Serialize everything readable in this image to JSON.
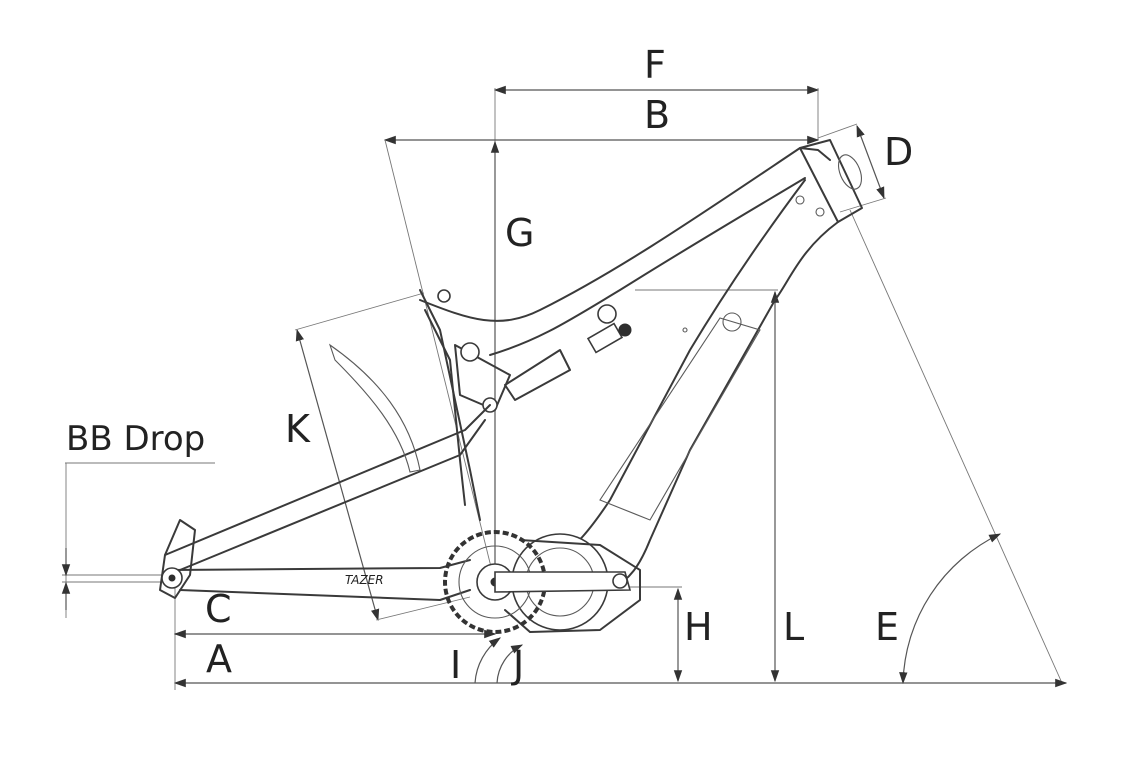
{
  "diagram": {
    "labels": {
      "A": "A",
      "B": "B",
      "C": "C",
      "D": "D",
      "E": "E",
      "F": "F",
      "G": "G",
      "H": "H",
      "I": "I",
      "J": "J",
      "K": "K",
      "L": "L",
      "bb_drop": "BB Drop"
    },
    "decal_text": "TAZER"
  },
  "colors": {
    "line": "#3a3a3a",
    "dimension": "#555555",
    "background": "#ffffff"
  }
}
